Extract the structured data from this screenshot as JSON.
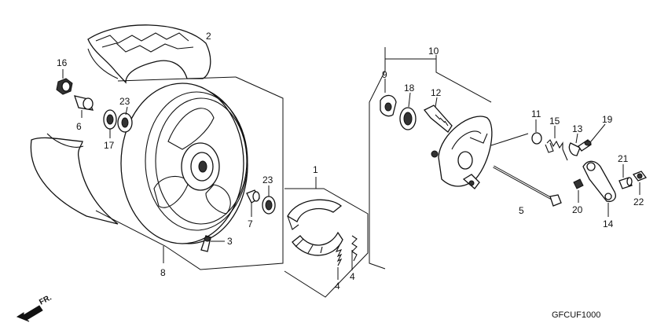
{
  "diagram": {
    "code": "GFCUF1000",
    "direction": "FR.",
    "callouts": [
      "1",
      "2",
      "3",
      "4",
      "4",
      "5",
      "6",
      "7",
      "8",
      "9",
      "10",
      "11",
      "12",
      "13",
      "14",
      "15",
      "16",
      "17",
      "18",
      "19",
      "20",
      "21",
      "22",
      "23",
      "23"
    ]
  }
}
